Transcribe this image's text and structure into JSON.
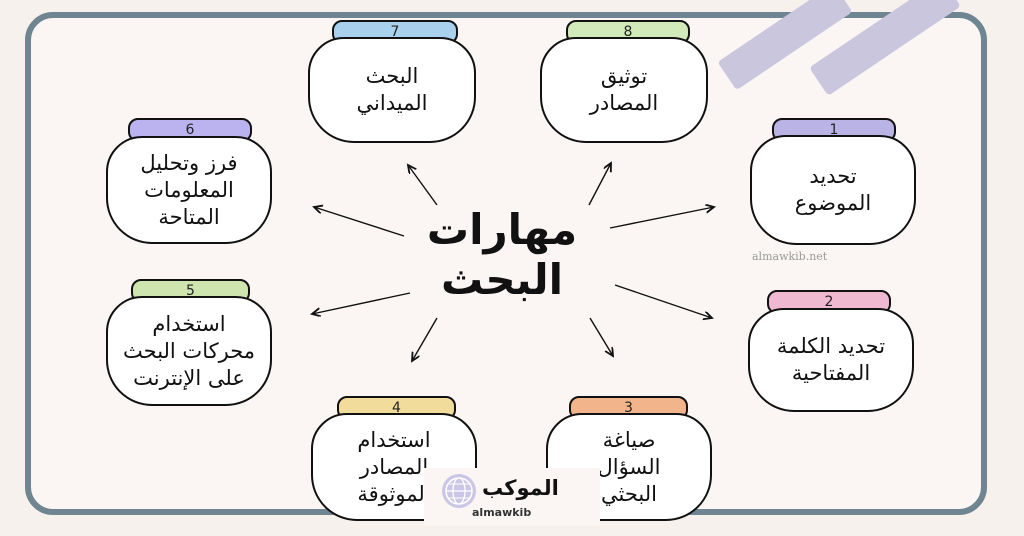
{
  "title": {
    "line1": "مهارات",
    "line2": "البحث"
  },
  "watermark": "almawkib.net",
  "logo": {
    "arabic": "الموكب",
    "latin": "almawkib"
  },
  "colors": {
    "frame": "#6f8591",
    "tab1": "#b9b3e6",
    "tab2": "#f0b9d2",
    "tab3": "#f2b48a",
    "tab4": "#f2dc9c",
    "tab5": "#cfe5b0",
    "tab6": "#bbb3ef",
    "tab7": "#a9d1ee",
    "tab8": "#d2eab9"
  },
  "nodes": [
    {
      "number": "1",
      "lines": [
        "تحديد",
        "الموضوع"
      ]
    },
    {
      "number": "2",
      "lines": [
        "تحديد الكلمة",
        "المفتاحية"
      ]
    },
    {
      "number": "3",
      "lines": [
        "صياغة",
        "السؤال",
        "البحثي"
      ]
    },
    {
      "number": "4",
      "lines": [
        "استخدام",
        "المصادر",
        "الموثوقة"
      ]
    },
    {
      "number": "5",
      "lines": [
        "استخدام",
        "محركات البحث",
        "على الإنترنت"
      ]
    },
    {
      "number": "6",
      "lines": [
        "فرز وتحليل",
        "المعلومات",
        "المتاحة"
      ]
    },
    {
      "number": "7",
      "lines": [
        "البحث",
        "الميداني"
      ]
    },
    {
      "number": "8",
      "lines": [
        "توثيق",
        "المصادر"
      ]
    }
  ]
}
